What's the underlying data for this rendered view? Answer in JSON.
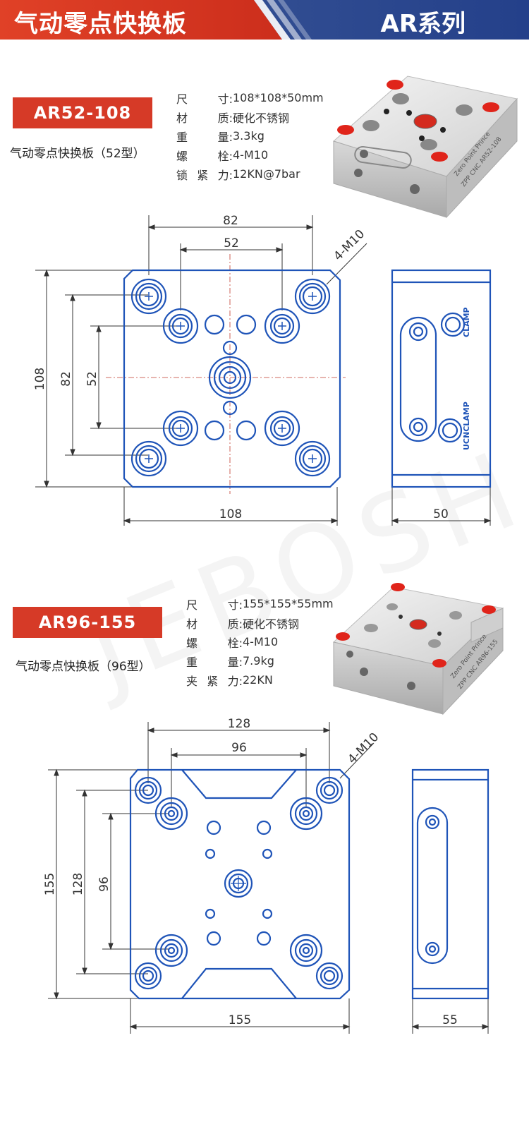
{
  "header": {
    "title": "气动零点快换板",
    "series": "AR系列"
  },
  "watermark": "JEBOSH",
  "products": [
    {
      "model": "AR52-108",
      "description": "气动零点快换板（52型）",
      "specs": [
        {
          "label": "尺寸",
          "value": "108*108*50mm"
        },
        {
          "label": "材质",
          "value": "硬化不锈钢"
        },
        {
          "label": "重量",
          "value": "3.3kg"
        },
        {
          "label": "螺栓",
          "value": "4-M10"
        },
        {
          "label": "锁紧力",
          "value": "12KN@7bar"
        }
      ],
      "photo_text": [
        "Zero Point Prince",
        "ZPP CNC AR52-108"
      ],
      "drawing": {
        "dims": {
          "outer_h": "82",
          "inner_h": "52",
          "outer_v": "108",
          "mid_v": "82",
          "inner_v": "52",
          "bottom": "108",
          "side_w": "50"
        },
        "callout": "4-M10",
        "side_labels": {
          "clamp": "CLAMP",
          "unclamp": "UCNCLAMP"
        }
      }
    },
    {
      "model": "AR96-155",
      "description": "气动零点快换板（96型）",
      "specs": [
        {
          "label": "尺寸",
          "value": "155*155*55mm"
        },
        {
          "label": "材质",
          "value": "硬化不锈钢"
        },
        {
          "label": "螺栓",
          "value": "4-M10"
        },
        {
          "label": "重量",
          "value": "7.9kg"
        },
        {
          "label": "夹紧力",
          "value": "22KN"
        }
      ],
      "photo_text": [
        "Zero Point Prince",
        "ZPP CNC AR96-155"
      ],
      "drawing": {
        "dims": {
          "outer_h": "128",
          "inner_h": "96",
          "outer_v": "155",
          "mid_v": "128",
          "inner_v": "96",
          "bottom": "155",
          "side_w": "55"
        },
        "callout": "4-M10"
      }
    }
  ],
  "colors": {
    "blue": "#1f54b8",
    "red": "#d63a27",
    "dim": "#333333",
    "center": "#c0392b"
  },
  "icons": [
    "header-banner",
    "product-photo"
  ]
}
